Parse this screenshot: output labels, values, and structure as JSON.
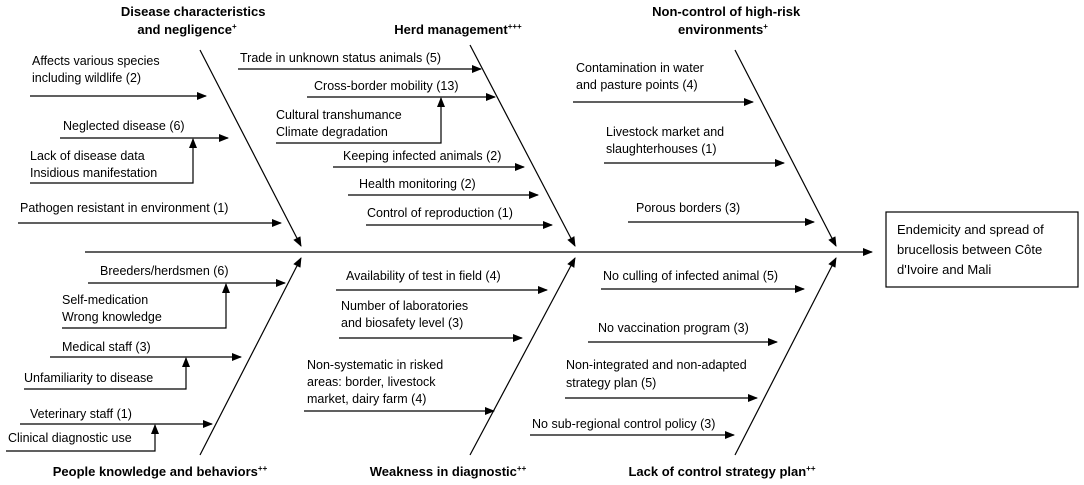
{
  "effect": {
    "lines": [
      "Endemicity and spread of",
      "brucellosis between Côte",
      "d'Ivoire and Mali"
    ]
  },
  "categories": {
    "disease": {
      "lines": [
        "Disease characteristics",
        "and negligence"
      ],
      "sup": "+"
    },
    "herd": {
      "lines": [
        "Herd management"
      ],
      "sup": "+++"
    },
    "environment": {
      "lines": [
        "Non-control of high-risk",
        "environments"
      ],
      "sup": "+"
    },
    "people": {
      "lines": [
        "People knowledge and behaviors"
      ],
      "sup": "++"
    },
    "diagnostic": {
      "lines": [
        "Weakness in diagnostic"
      ],
      "sup": "++"
    },
    "strategy": {
      "lines": [
        "Lack of control strategy plan"
      ],
      "sup": "++"
    }
  },
  "causes": {
    "disease": [
      [
        "Affects various species",
        "including wildlife (2)"
      ],
      [
        "Neglected disease (6)"
      ],
      [
        "Lack of disease data",
        "Insidious manifestation"
      ],
      [
        "Pathogen resistant in environment (1)"
      ]
    ],
    "herd": [
      [
        "Trade in unknown status animals (5)"
      ],
      [
        "Cross-border mobility (13)"
      ],
      [
        "Cultural transhumance",
        "Climate degradation"
      ],
      [
        "Keeping infected animals (2)"
      ],
      [
        "Health monitoring (2)"
      ],
      [
        "Control of reproduction (1)"
      ]
    ],
    "environment": [
      [
        "Contamination in water",
        "and pasture points (4)"
      ],
      [
        "Livestock market and",
        "slaughterhouses (1)"
      ],
      [
        "Porous borders (3)"
      ]
    ],
    "people": [
      [
        "Breeders/herdsmen (6)"
      ],
      [
        "Self-medication",
        "Wrong knowledge"
      ],
      [
        "Medical staff (3)"
      ],
      [
        "Unfamiliarity to disease"
      ],
      [
        "Veterinary staff (1)"
      ],
      [
        "Clinical diagnostic use"
      ]
    ],
    "diagnostic": [
      [
        "Availability of test in field (4)"
      ],
      [
        "Number of laboratories",
        "and biosafety level (3)"
      ],
      [
        "Non-systematic in risked",
        "areas: border, livestock",
        "market, dairy farm (4)"
      ]
    ],
    "strategy": [
      [
        "No culling of infected animal (5)"
      ],
      [
        "No vaccination program (3)"
      ],
      [
        "Non-integrated and non-adapted",
        "strategy plan (5)"
      ],
      [
        "No sub-regional control policy (3)"
      ]
    ]
  }
}
